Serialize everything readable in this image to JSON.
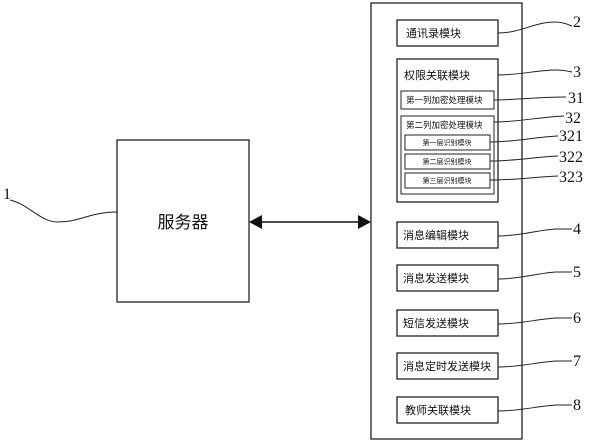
{
  "server": {
    "label": "服务器",
    "ref": "1"
  },
  "modules": {
    "contacts": {
      "label": "通讯录模块",
      "ref": "2"
    },
    "permission": {
      "label": "权限关联模块",
      "ref": "3",
      "encrypt_first": {
        "label": "第一列加密处理模块",
        "ref": "31"
      },
      "encrypt_second": {
        "label": "第二列加密处理模块",
        "ref": "32",
        "layers": [
          {
            "label": "第一层识别模块",
            "ref": "321"
          },
          {
            "label": "第二层识别模块",
            "ref": "322"
          },
          {
            "label": "第三层识别模块",
            "ref": "323"
          }
        ]
      }
    },
    "message_edit": {
      "label": "消息编辑模块",
      "ref": "4"
    },
    "message_send": {
      "label": "消息发送模块",
      "ref": "5"
    },
    "sms_send": {
      "label": "短信发送模块",
      "ref": "6"
    },
    "message_timed": {
      "label": "消息定时发送模块",
      "ref": "7"
    },
    "teacher_link": {
      "label": "教师关联模块",
      "ref": "8"
    }
  }
}
